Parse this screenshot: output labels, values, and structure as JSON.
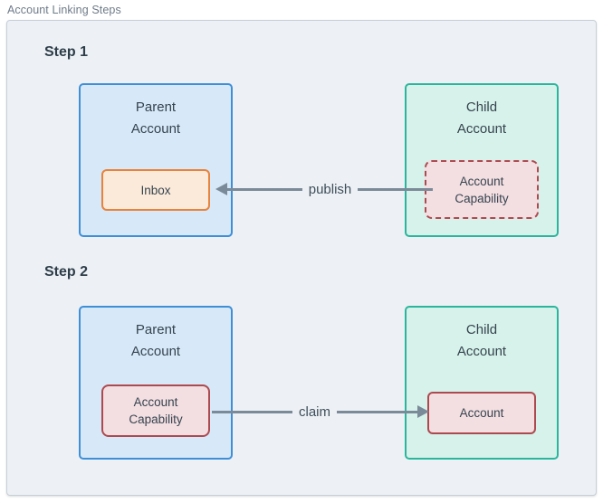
{
  "panel": {
    "label": "Account Linking Steps"
  },
  "colors": {
    "panel_bg": "#edf1f5",
    "panel_border": "#c7cfd8",
    "parent_fill": "#d7e8f8",
    "parent_border": "#3e8fd8",
    "child_fill": "#d6f2ea",
    "child_border": "#2ab69c",
    "inbox_fill": "#fbead9",
    "inbox_border": "#e8823c",
    "cap_fill": "#f3dee1",
    "cap_border": "#ad4a50",
    "arrow": "#7b8a98"
  },
  "steps": [
    {
      "heading": "Step 1",
      "parent": {
        "title": "Parent Account",
        "inner": "Inbox"
      },
      "child": {
        "title": "Child Account",
        "inner": "Account Capability"
      },
      "arrow": {
        "label": "publish",
        "direction": "left"
      }
    },
    {
      "heading": "Step 2",
      "parent": {
        "title": "Parent Account",
        "inner": "Account Capability"
      },
      "child": {
        "title": "Child Account",
        "inner": "Account"
      },
      "arrow": {
        "label": "claim",
        "direction": "right"
      }
    }
  ]
}
